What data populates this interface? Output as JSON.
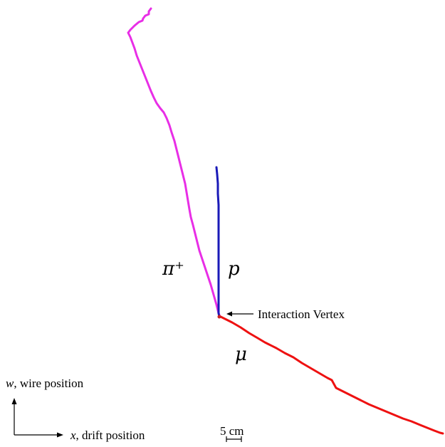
{
  "labels": {
    "pion": "π⁺",
    "proton": "p",
    "muon": "μ",
    "vertex": "Interaction Vertex",
    "w_axis_var": "w",
    "w_axis_rest": ", wire position",
    "x_axis_var": "x",
    "x_axis_rest": ", drift position",
    "scale": "5 cm"
  },
  "colors": {
    "pion_track": "#e82ee6",
    "proton_track": "#1a1ab8",
    "muon_track": "#ee1111",
    "vertex_marker": "#cc2222",
    "axes": "#000000"
  }
}
